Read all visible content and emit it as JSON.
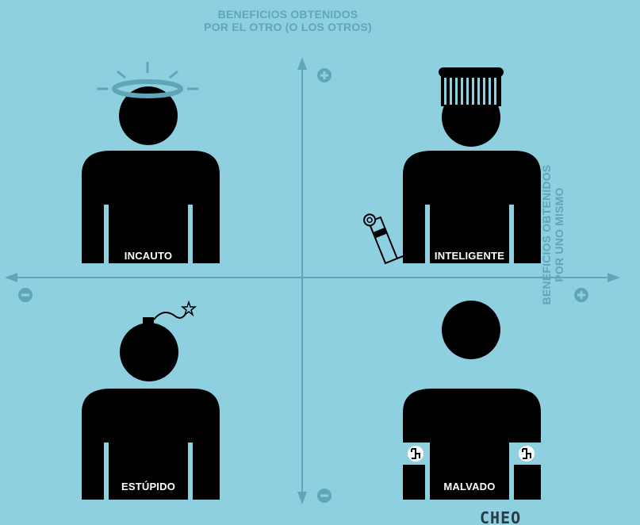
{
  "diagram": {
    "top_axis_title_line1": "BENEFICIOS  OBTENIDOS",
    "top_axis_title_line2": "POR EL OTRO (O LOS OTROS)",
    "right_axis_title_line1": "BENEFICIOS OBTENIDOS",
    "right_axis_title_line2": "POR UNO MISMO",
    "quadrants": {
      "top_left": "INCAUTO",
      "top_right": "INTELIGENTE",
      "bottom_left": "ESTÚPIDO",
      "bottom_right": "MALVADO"
    },
    "logo": "CHEO"
  },
  "colors": {
    "background": "#8fd0e0",
    "figure": "#000000",
    "axis": "#5fa6b8",
    "label": "#ffffff"
  },
  "icons": [
    "plus-icon",
    "minus-icon",
    "halo-icon",
    "beanie-icon",
    "bomb-icon",
    "scroll-icon",
    "swastika-armband-icon"
  ]
}
